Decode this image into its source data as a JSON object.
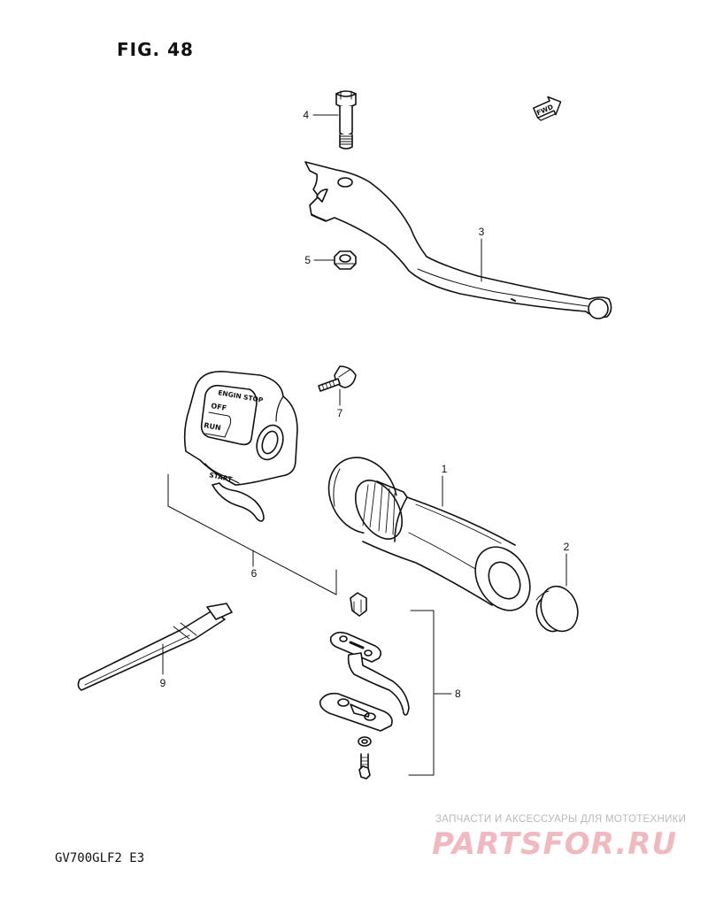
{
  "figure": {
    "title": "FIG. 48",
    "model_code": "GV700GLF2 E3"
  },
  "fwd_arrow_text": "FWD",
  "switch_labels": {
    "engine_stop": "ENGIN STOP",
    "off": "OFF",
    "run": "RUN",
    "start": "START"
  },
  "callouts": [
    "1",
    "2",
    "3",
    "4",
    "5",
    "6",
    "7",
    "8",
    "9"
  ],
  "watermark": {
    "tagline": "ЗАПЧАСТИ И АКСЕССУАРЫ ДЛЯ МОТОТЕХНИКИ",
    "brand": "PARTSFOR.RU"
  }
}
